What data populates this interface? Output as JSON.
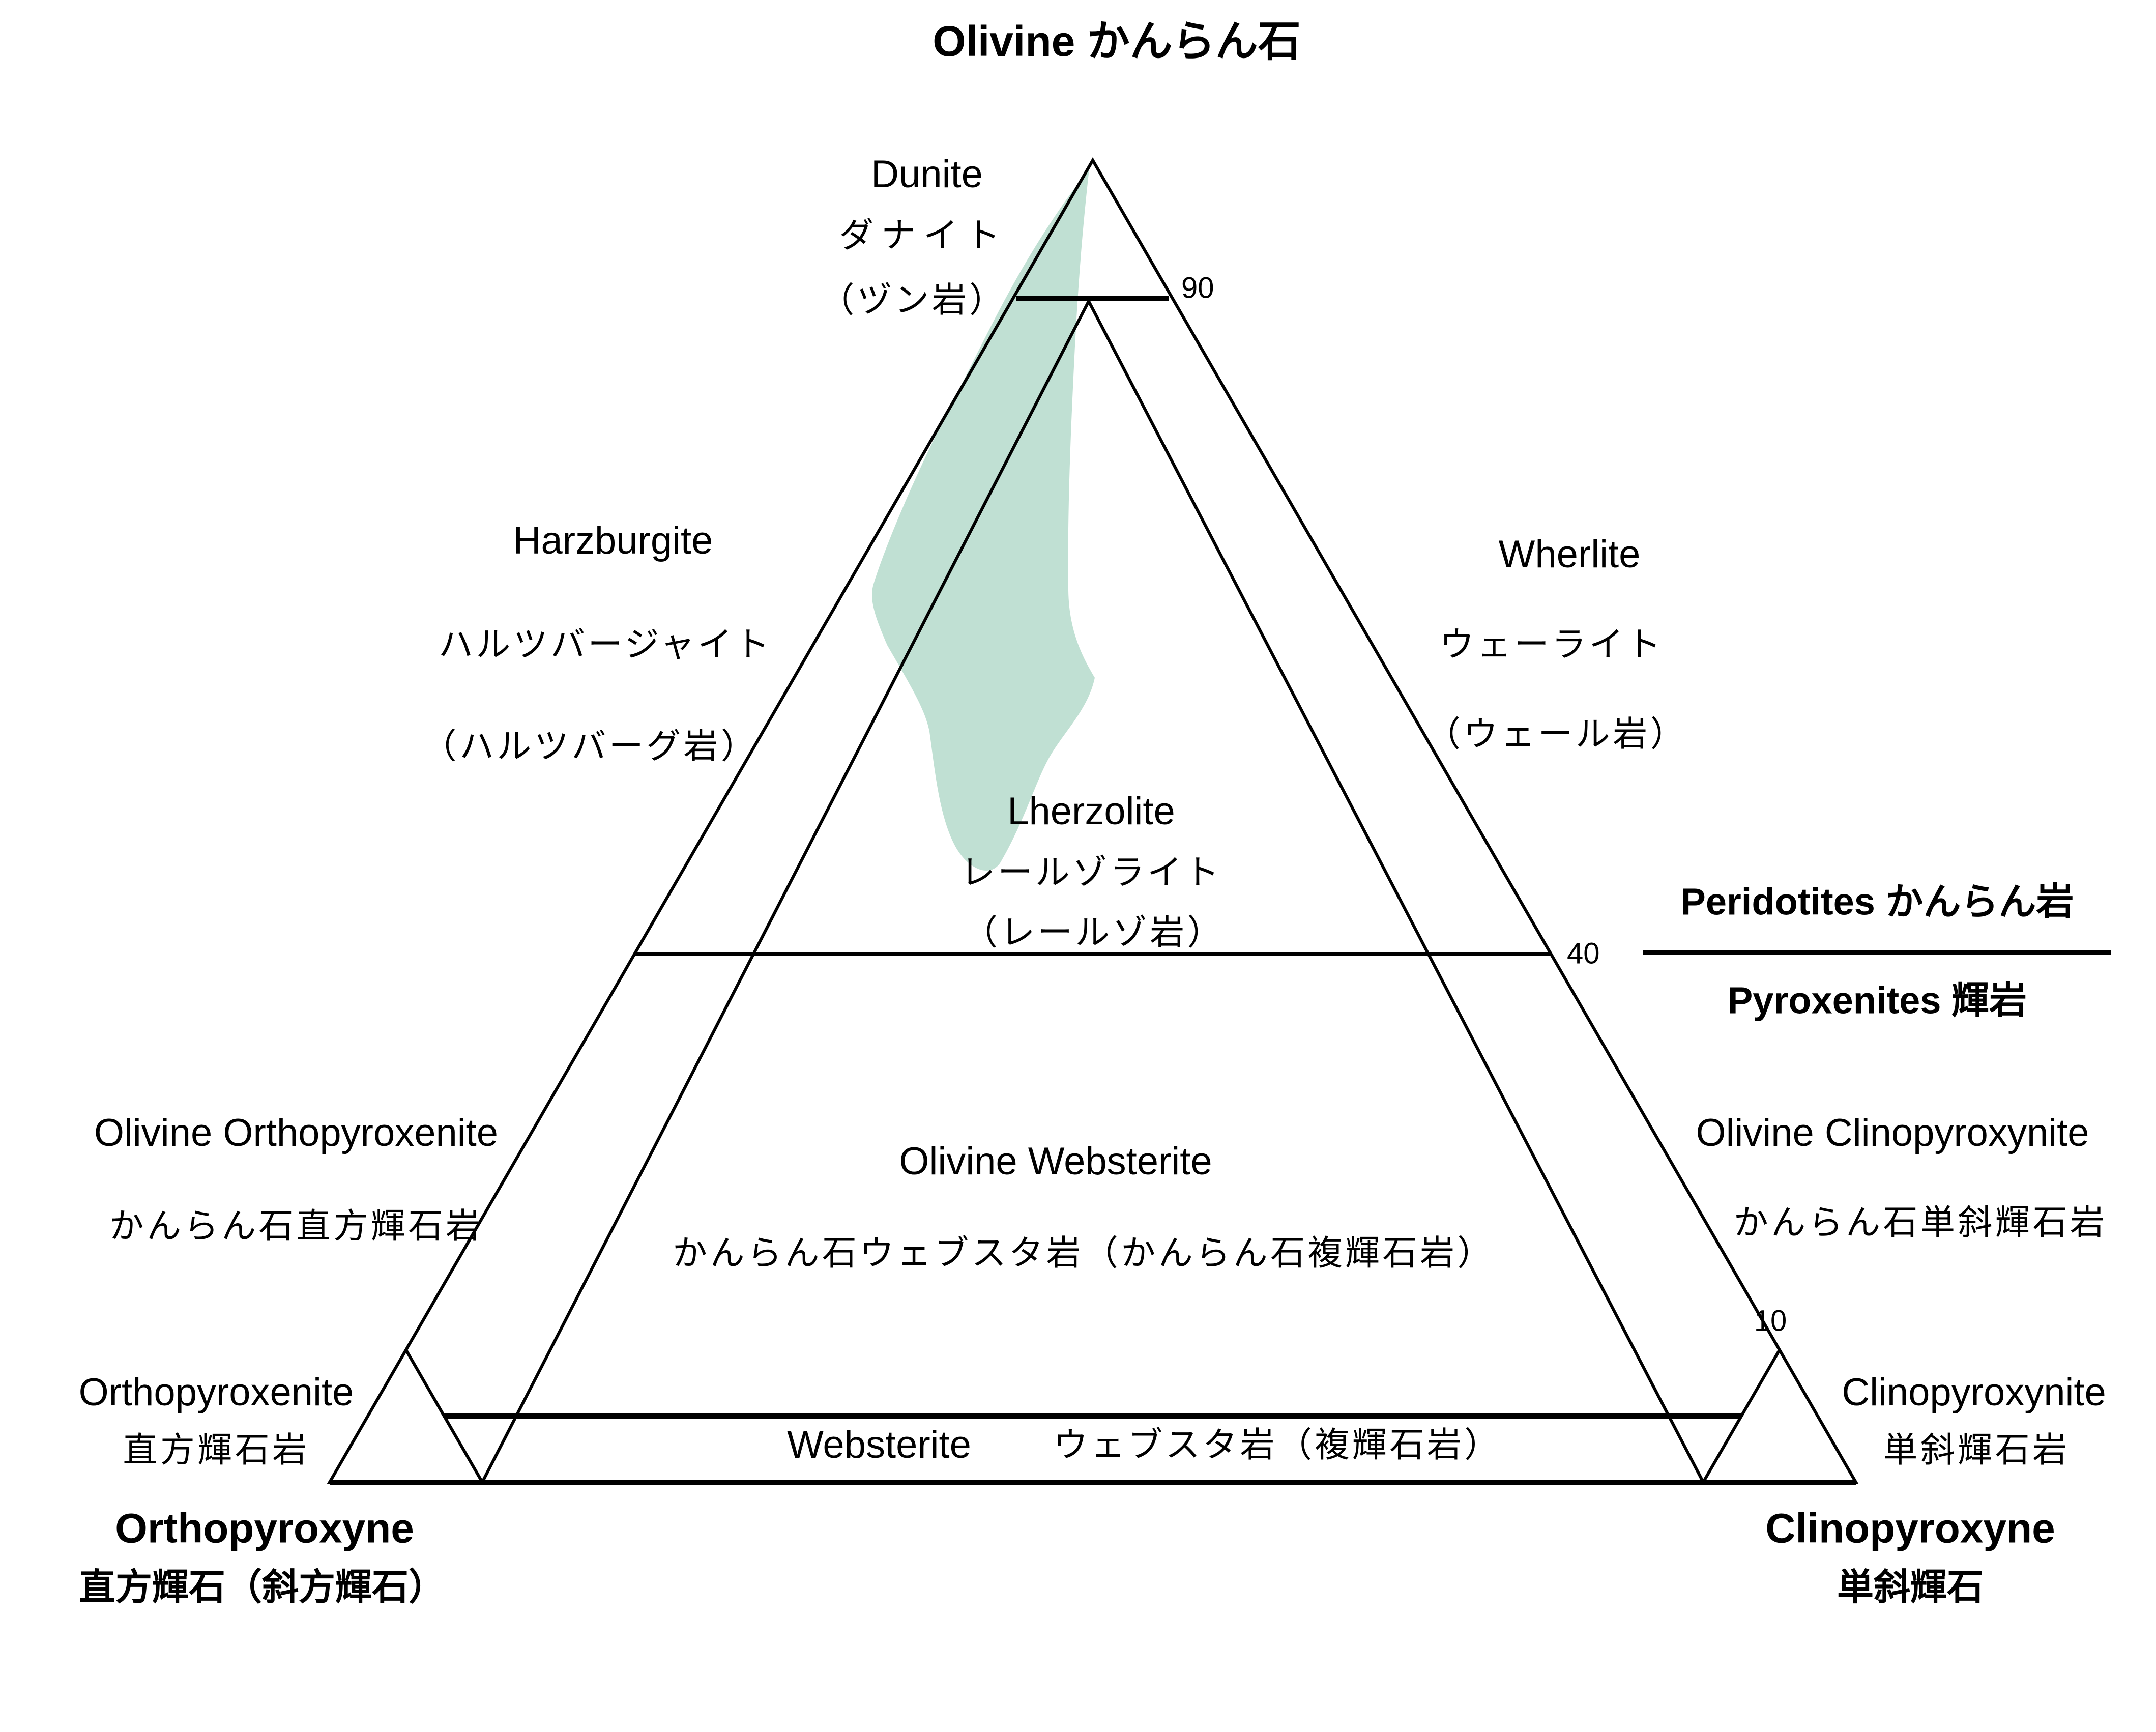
{
  "diagram": {
    "kind": "ternary-classification",
    "title_top": "Olivine かんらん石",
    "vertex_bottom_left": {
      "en": "Orthopyroxyne",
      "jp": "直方輝石（斜方輝石）"
    },
    "vertex_bottom_right": {
      "en": "Clinopyroxyne",
      "jp": "単斜輝石"
    },
    "ticks": {
      "t90": "90",
      "t40": "40",
      "t10": "10"
    },
    "divider": {
      "top": "Peridotites かんらん岩",
      "bottom": "Pyroxenites 輝岩"
    },
    "regions": {
      "dunite": {
        "en": "Dunite",
        "jp": "ダナイト",
        "jp2": "（ヅン岩）"
      },
      "harzburgite": {
        "en": "Harzburgite",
        "jp": "ハルツバージャイト",
        "jp2": "（ハルツバーグ岩）"
      },
      "wherlite": {
        "en": "Wherlite",
        "jp": "ウェーライト",
        "jp2": "（ウェール岩）"
      },
      "lherzolite": {
        "en": "Lherzolite",
        "jp": "レールゾライト",
        "jp2": "（レールゾ岩）"
      },
      "olivine_orthopyroxenite": {
        "en": "Olivine Orthopyroxenite",
        "jp": "かんらん石直方輝石岩"
      },
      "olivine_websterite": {
        "en": "Olivine Websterite",
        "jp": "かんらん石ウェブスタ岩（かんらん石複輝石岩）"
      },
      "olivine_clinopyroxynite": {
        "en": "Olivine Clinopyroxynite",
        "jp": "かんらん石単斜輝石岩"
      },
      "websterite": {
        "en": "Websterite",
        "jp": "ウェブスタ岩（複輝石岩）"
      },
      "orthopyroxenite": {
        "en": "Orthopyroxenite",
        "jp": "直方輝石岩"
      },
      "clinopyroxynite": {
        "en": "Clinopyroxynite",
        "jp": "単斜輝石岩"
      }
    },
    "colors": {
      "region_fill": "#c0e0d3",
      "line": "#000000",
      "background": "#ffffff"
    }
  }
}
